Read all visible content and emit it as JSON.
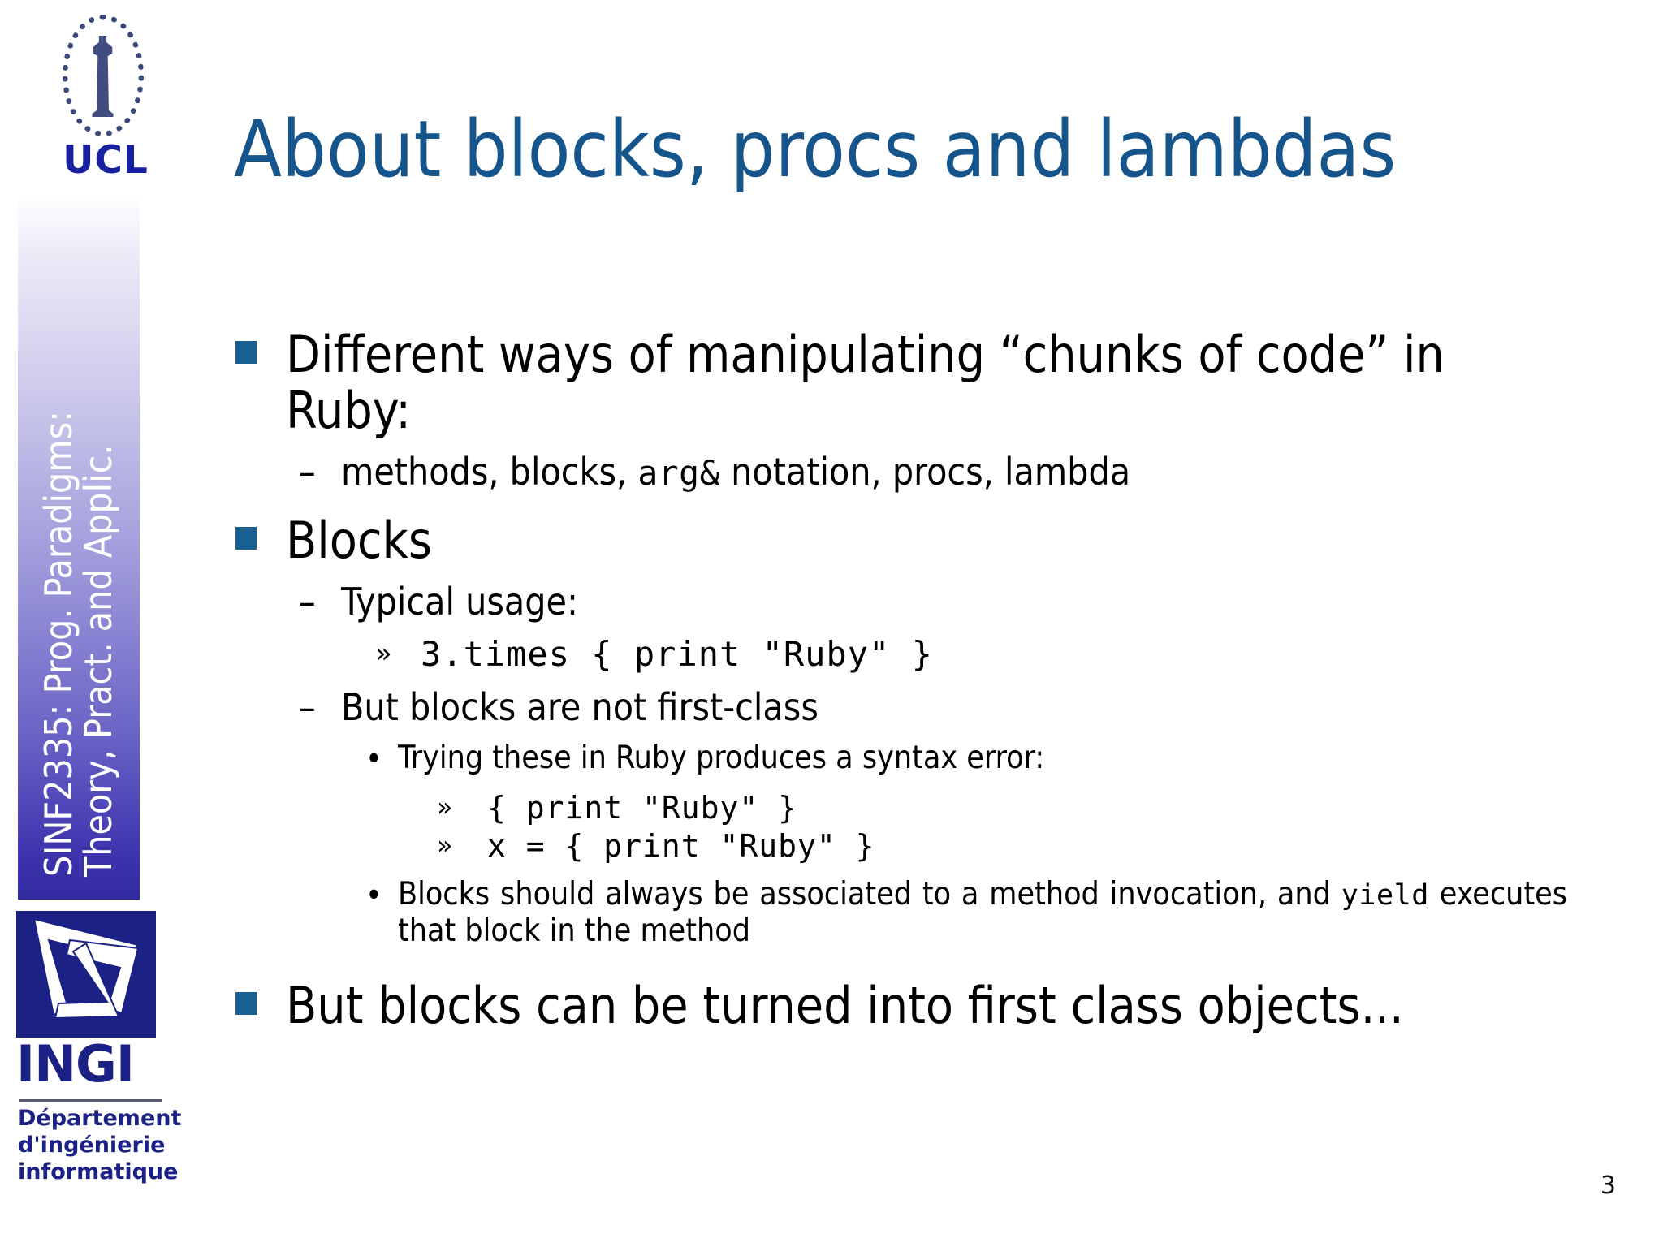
{
  "slide": {
    "title": "About blocks, procs and lambdas",
    "page_number": "3",
    "accent_color": "#16558c",
    "bullet_square_color": "#1a5f92"
  },
  "sidebar": {
    "institution_logo": {
      "name": "ucl-logo",
      "wordmark": "UCL"
    },
    "course_band": {
      "line1": "SINF2335: Prog. Paradigms:",
      "line2": "Theory, Pract. and Applic.",
      "gradient_from": "#fdfdff",
      "gradient_to": "#312a9e"
    },
    "department_logo": {
      "name": "ingi-logo",
      "wordmark": "INGI",
      "subtitle_line1": "Département",
      "subtitle_line2": "d'ingénierie",
      "subtitle_line3": "informatique",
      "color": "#1b2185"
    }
  },
  "content": {
    "b1": {
      "text_part1": "Different ways of manipulating “chunks of code” in Ruby:",
      "sub1_marker": "–",
      "sub1_pre": "methods, blocks, ",
      "sub1_code": "arg&",
      "sub1_post": " notation, procs, lambda"
    },
    "b2": {
      "text": "Blocks",
      "sub1_marker": "–",
      "sub1_text": "Typical usage:",
      "sub1_code_marker": "»",
      "sub1_code": "3.times { print \"Ruby\" }",
      "sub2_marker": "–",
      "sub2_text": "But blocks are not first-class",
      "sub2_b1_marker": "•",
      "sub2_b1_text": "Trying these in Ruby produces a syntax error:",
      "sub2_b1_code_marker": "»",
      "sub2_b1_code1": "{ print \"Ruby\" }",
      "sub2_b1_code2": "x = { print \"Ruby\" }",
      "sub2_b2_marker": "•",
      "sub2_b2_pre": "Blocks should always be associated to a method invocation, and ",
      "sub2_b2_code": "yield",
      "sub2_b2_post": " executes that block in the method"
    },
    "b3": {
      "text": "But blocks can be turned into first class objects..."
    }
  }
}
